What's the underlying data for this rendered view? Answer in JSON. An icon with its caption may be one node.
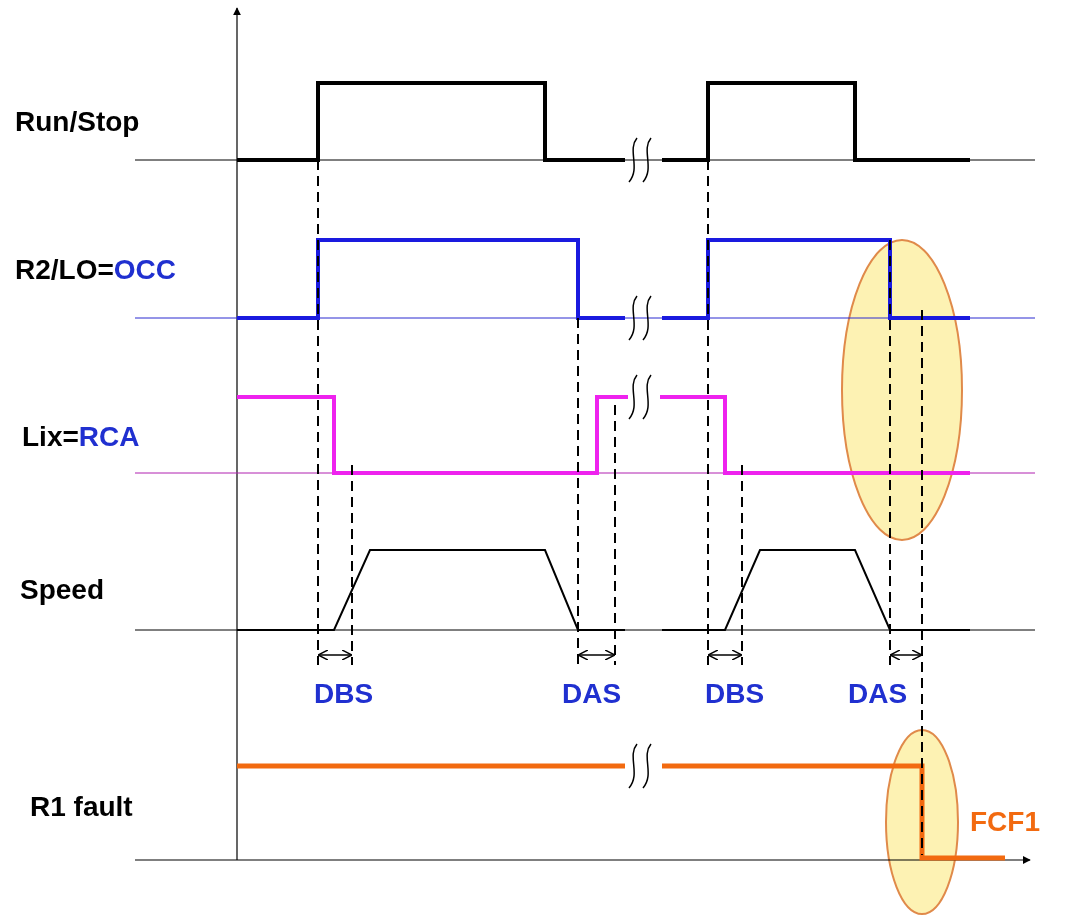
{
  "diagram": {
    "labels": [
      "Run/Stop",
      "R2/LO=OCC",
      "Lix=RCA",
      "Speed",
      "DBS",
      "DAS",
      "DBS",
      "DAS",
      "R1 fault",
      "FCF1"
    ]
  }
}
